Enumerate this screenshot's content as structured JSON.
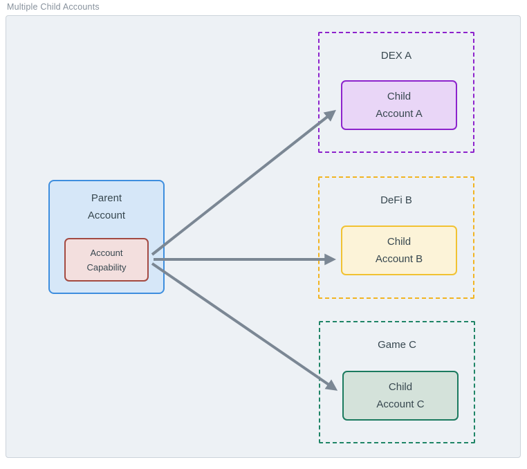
{
  "header": {
    "title": "Multiple Child Accounts"
  },
  "diagram": {
    "parent": {
      "label": "Parent\nAccount",
      "capability": {
        "label": "Account\nCapability"
      }
    },
    "groups": [
      {
        "label": "DEX A",
        "accent": "#8d23cc",
        "child": {
          "label": "Child\nAccount A",
          "fill": "#e9d6f7",
          "border": "#8d23cc"
        }
      },
      {
        "label": "DeFi B",
        "accent": "#f1b422",
        "child": {
          "label": "Child\nAccount B",
          "fill": "#fcf3d8",
          "border": "#f1c232"
        }
      },
      {
        "label": "Game C",
        "accent": "#1f8566",
        "child": {
          "label": "Child\nAccount C",
          "fill": "#d4e2da",
          "border": "#1b7a5e"
        }
      }
    ],
    "colors": {
      "board_background": "#edf1f5",
      "board_border": "#ccd3da",
      "parent_fill": "#d6e7f8",
      "parent_border": "#3e8ede",
      "capability_fill": "#f3dfde",
      "capability_border": "#a34a42",
      "arrow": "#7b8794",
      "text": "#37474f",
      "title_text": "#87919c"
    }
  }
}
